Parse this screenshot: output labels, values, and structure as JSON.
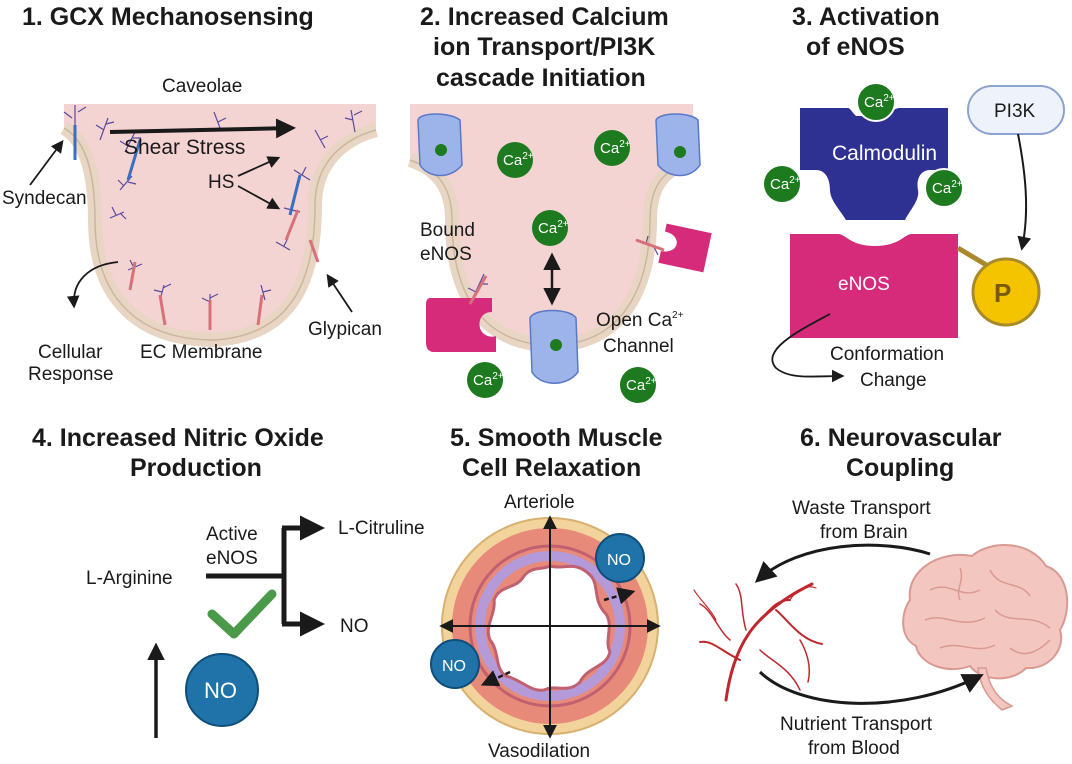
{
  "colors": {
    "pink_bg": "#f3d4d2",
    "membrane": "#e8d5c4",
    "calcium": "#1e7a1e",
    "channel_blue": "#9db4ea",
    "calmodulin": "#2e3192",
    "enos": "#d62a7a",
    "phosphate": "#f5c400",
    "no_blue": "#1f73a8",
    "check_green": "#4a9a4a",
    "vessel_red": "#c0272d"
  },
  "panel1": {
    "title": "1.  GCX Mechanosensing",
    "caveolae": "Caveolae",
    "shear_stress": "Shear Stress",
    "syndecan": "Syndecan",
    "hs": "HS",
    "glypican": "Glypican",
    "cellular": "Cellular",
    "response": "Response",
    "ec_membrane": "EC Membrane"
  },
  "panel2": {
    "title_line1": "2. Increased Calcium",
    "title_line2": "ion Transport/PI3K",
    "title_line3": "cascade Initiation",
    "ca_base": "Ca",
    "ca_sup": "2+",
    "bound": "Bound",
    "enos": "eNOS",
    "open_ca_base": "Open Ca",
    "open_ca_sup": "2+",
    "channel": "Channel"
  },
  "panel3": {
    "title_line1": "3. Activation",
    "title_line2": "of eNOS",
    "pi3k": "PI3K",
    "calmodulin": "Calmodulin",
    "enos": "eNOS",
    "p": "P",
    "conformation": "Conformation",
    "change": "Change"
  },
  "panel4": {
    "title_line1": "4. Increased Nitric Oxide",
    "title_line2": "Production",
    "active": "Active",
    "enos": "eNOS",
    "l_arginine": "L-Arginine",
    "l_citruline": "L-Citruline",
    "no": "NO",
    "no_circle": "NO"
  },
  "panel5": {
    "title_line1": "5. Smooth Muscle",
    "title_line2": "Cell Relaxation",
    "arteriole": "Arteriole",
    "vasodilation": "Vasodilation",
    "no_top": "NO",
    "no_bottom": "NO"
  },
  "panel6": {
    "title_line1": "6. Neurovascular",
    "title_line2": "Coupling",
    "waste_line1": "Waste Transport",
    "waste_line2": "from Brain",
    "nutrient_line1": "Nutrient Transport",
    "nutrient_line2": "from Blood"
  }
}
